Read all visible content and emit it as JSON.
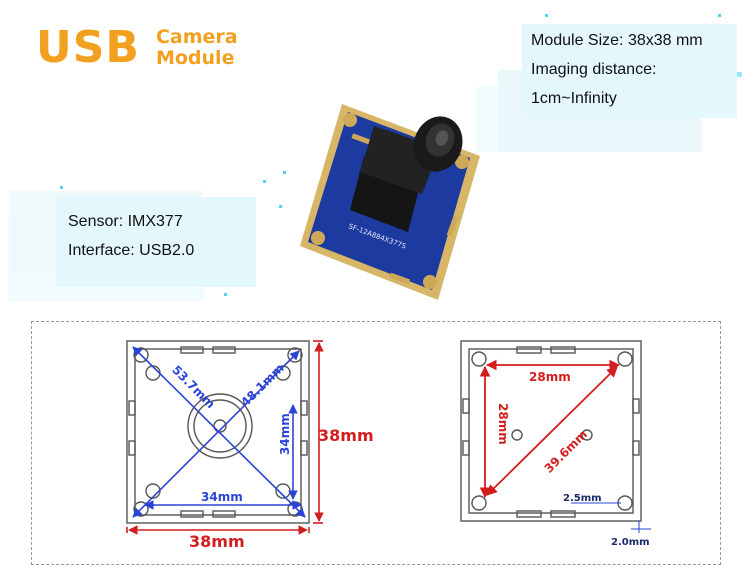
{
  "logo": {
    "main": "USB",
    "sub_line1": "Camera",
    "sub_line2": "Module"
  },
  "specs_top": {
    "line1": "Module Size: 38x38 mm",
    "line2": "Imaging distance:",
    "line3": "1cm~Infinity"
  },
  "specs_left": {
    "line1": "Sensor: IMX377",
    "line2": "Interface: USB2.0"
  },
  "board_text": "SF-12A884X377S",
  "diagram_left": {
    "diag1": "53.7mm",
    "diag2": "48.1mm",
    "side_v": "34mm",
    "side_h": "34mm",
    "outer_v": "38mm",
    "outer_h": "38mm"
  },
  "diagram_right": {
    "top": "28mm",
    "left": "28mm",
    "diag": "39.6mm",
    "hole": "2.5mm",
    "margin": "2.0mm"
  },
  "colors": {
    "accent": "#f2a020",
    "blue_dim": "#2a44d6",
    "red_dim": "#d21e1e",
    "board": "#1d3aa0",
    "gold": "#d8b668"
  }
}
